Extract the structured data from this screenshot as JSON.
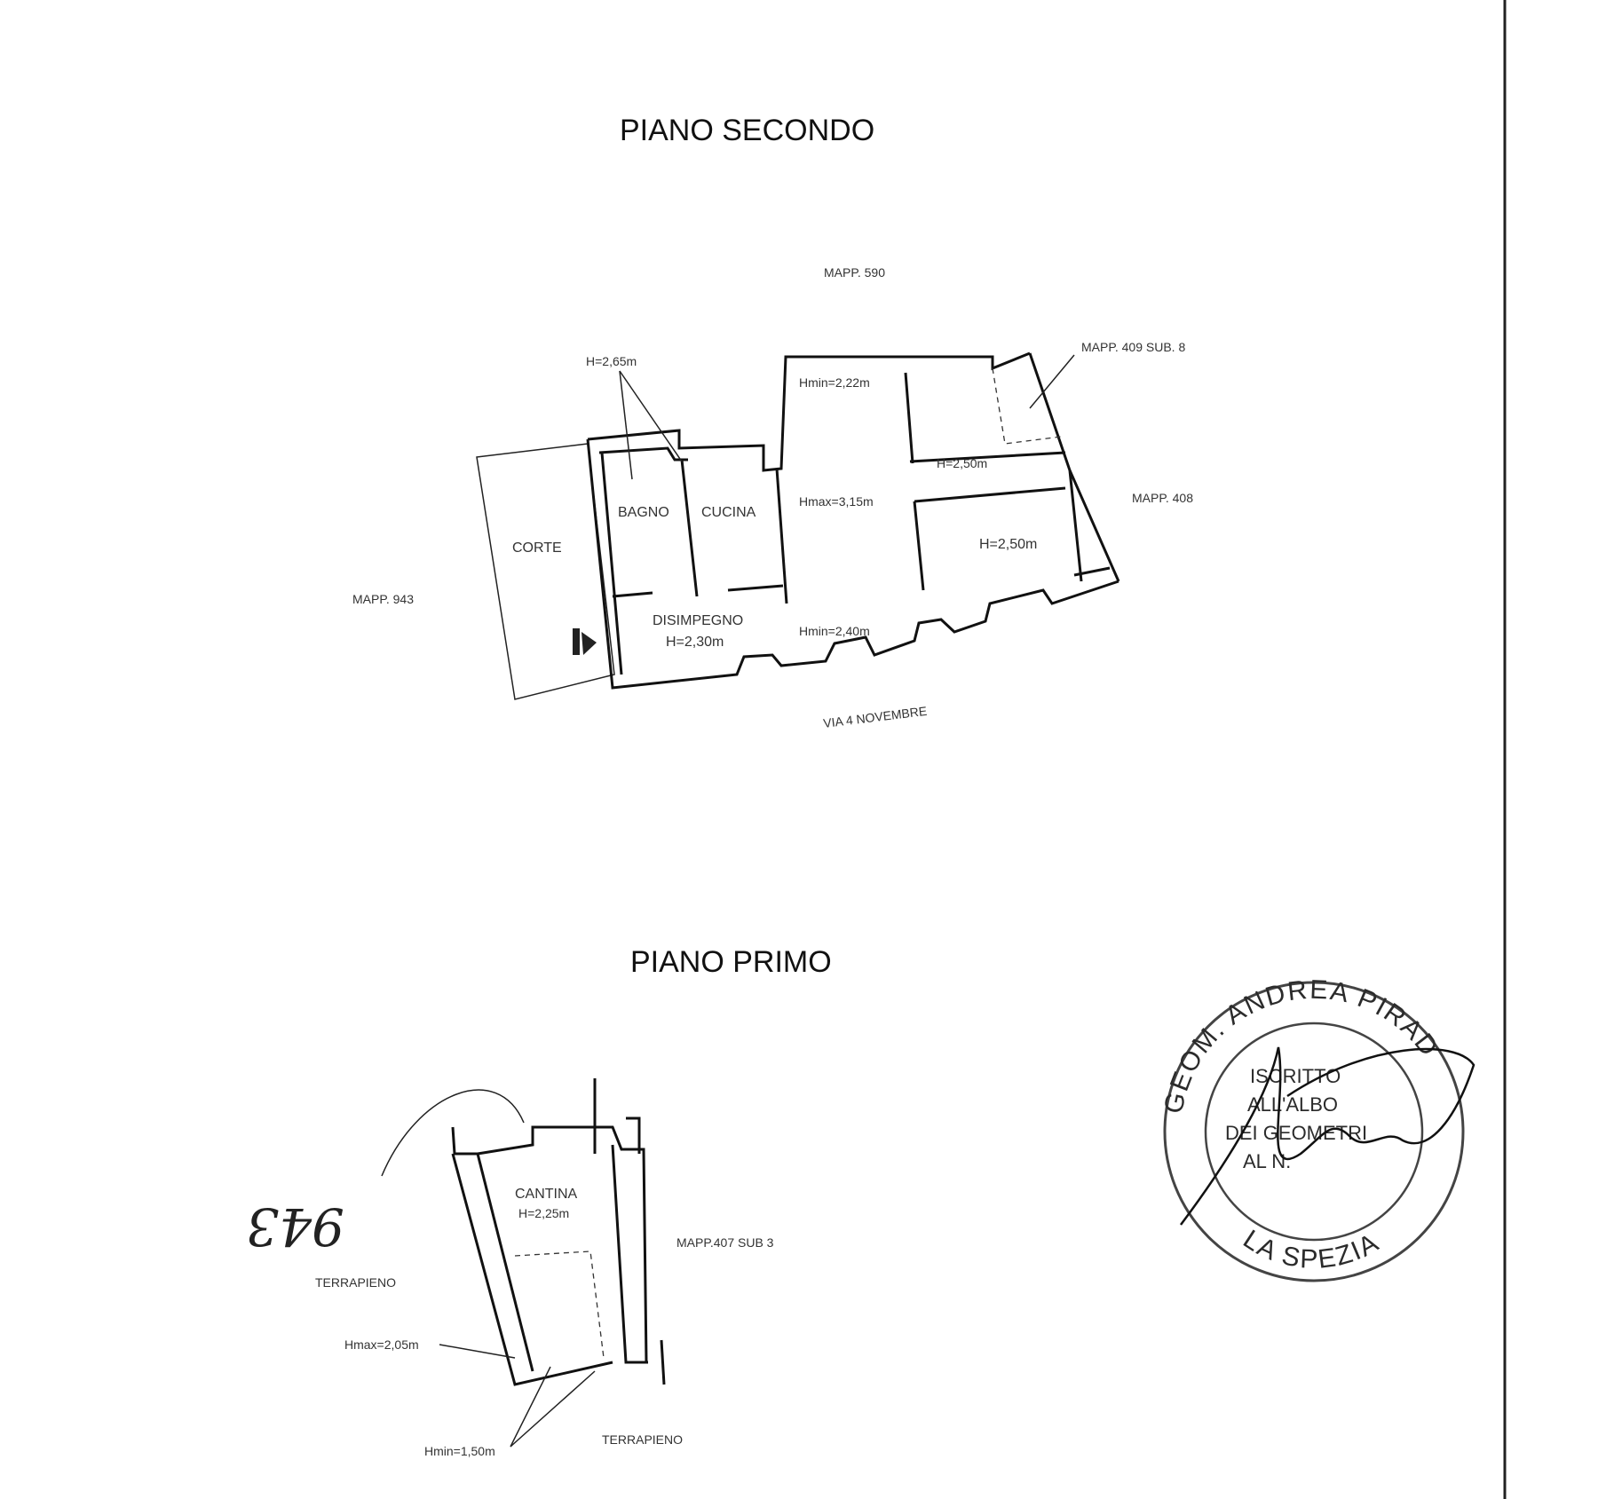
{
  "floors": {
    "second": {
      "title": "PIANO SECONDO",
      "neighbors": {
        "north": "MAPP. 590",
        "north_east": "MAPP. 409 SUB. 8",
        "east": "MAPP. 408",
        "west": "MAPP. 943"
      },
      "street": "VIA 4 NOVEMBRE",
      "rooms": {
        "court": "CORTE",
        "bath": "BAGNO",
        "kitchen": "CUCINA",
        "hall": "DISIMPEGNO",
        "hall_height": "H=2,30m"
      },
      "heights": {
        "bath": "H=2,65m",
        "hmin_top": "Hmin=2,22m",
        "hmax": "Hmax=3,15m",
        "room_ne": "H=2,50m",
        "room_e": "H=2,50m",
        "hmin_south": "Hmin=2,40m"
      }
    },
    "first": {
      "title": "PIANO PRIMO",
      "rooms": {
        "cellar": "CANTINA",
        "cellar_height": "H=2,25m"
      },
      "neighbors": {
        "east": "MAPP.407 SUB 3"
      },
      "surroundings": {
        "west": "TERRAPIENO",
        "south": "TERRAPIENO"
      },
      "heights": {
        "hmax": "Hmax=2,05m",
        "hmin": "Hmin=1,50m"
      },
      "handwritten_number": "943"
    }
  },
  "stamp": {
    "ring_top": "GEOM. ANDREA PIRAD",
    "ring_bottom": "LA SPEZIA",
    "line1": "ISCRITTO",
    "line2": "ALL'ALBO",
    "line3": "DEI GEOMETRI",
    "line4": "AL N."
  }
}
